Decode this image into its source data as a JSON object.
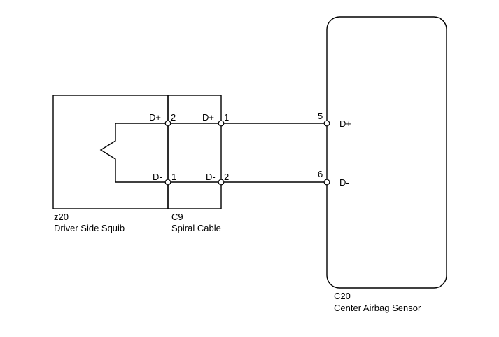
{
  "squib": {
    "code": "z20",
    "name": "Driver Side Squib"
  },
  "spiral": {
    "code": "C9",
    "name": "Spiral Cable"
  },
  "sensor": {
    "code": "C20",
    "name": "Center Airbag Sensor"
  },
  "pins": {
    "spiral_left_top_signal": "D+",
    "spiral_left_top_num": "2",
    "spiral_right_top_signal": "D+",
    "spiral_right_top_num": "1",
    "spiral_left_bot_signal": "D-",
    "spiral_left_bot_num": "1",
    "spiral_right_bot_signal": "D-",
    "spiral_right_bot_num": "2",
    "sensor_top_num": "5",
    "sensor_top_signal": "D+",
    "sensor_bot_num": "6",
    "sensor_bot_signal": "D-"
  }
}
